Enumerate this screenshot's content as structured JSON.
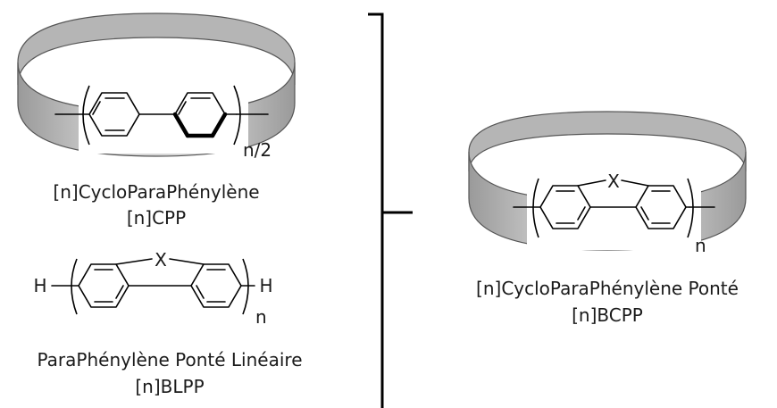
{
  "cpp": {
    "caption": "[n]CycloParaPhénylène",
    "abbrev": "[n]CPP",
    "subscript": "n/2"
  },
  "blpp": {
    "bridge_atom": "X",
    "end_left": "H",
    "end_right": "H",
    "subscript": "n",
    "caption": "ParaPhénylène Ponté Linéaire",
    "abbrev": "[n]BLPP"
  },
  "bcpp": {
    "bridge_atom": "X",
    "subscript": "n",
    "caption": "[n]CycloParaPhénylène Ponté",
    "abbrev": "[n]BCPP"
  },
  "colors": {
    "ring_fill": "#c9c9c9",
    "ring_dark": "#8f8f8f",
    "ring_stroke": "#555555"
  }
}
